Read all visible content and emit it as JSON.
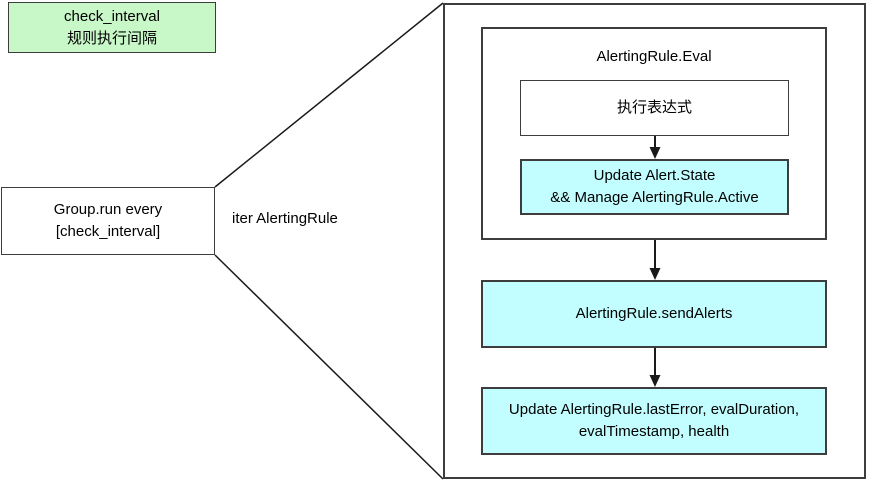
{
  "diagram": {
    "colors": {
      "green": "#c8f7c8",
      "cyan": "#c2feff",
      "border": "#3d3d3d",
      "line": "#1a1a1a"
    },
    "nodes": {
      "check_interval": {
        "line1": "check_interval",
        "line2": "规则执行间隔"
      },
      "group_run": {
        "line1": "Group.run every",
        "line2": "[check_interval]"
      },
      "iter_label": "iter AlertingRule",
      "eval_title": "AlertingRule.Eval",
      "execute_expression": "执行表达式",
      "update_alert_state": {
        "line1": "Update Alert.State",
        "line2": "&& Manage AlertingRule.Active"
      },
      "send_alerts": "AlertingRule.sendAlerts",
      "update_fields": {
        "line1": "Update AlertingRule.lastError, evalDuration,",
        "line2": "evalTimestamp, health"
      }
    }
  }
}
